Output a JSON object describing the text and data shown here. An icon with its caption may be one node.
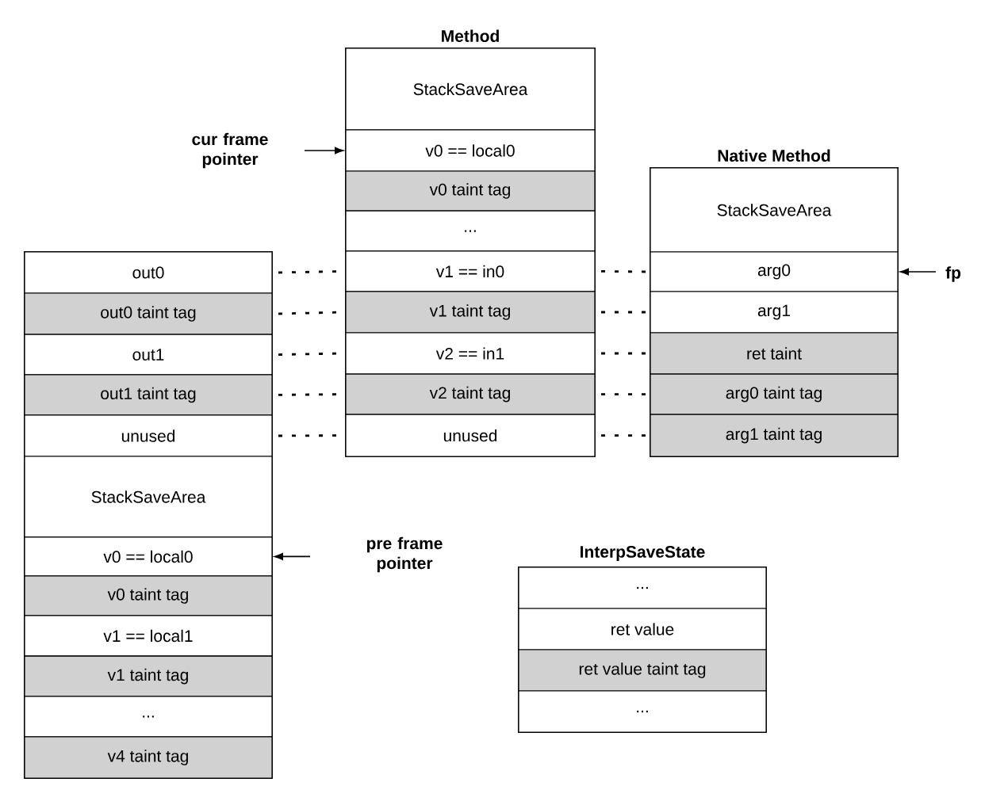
{
  "diagram": {
    "nodes": [
      {
        "text": [],
        "shape": "box"
      },
      {
        "text": [
          "out0"
        ],
        "in": 0
      },
      {
        "text": [
          "out0 taint tag"
        ],
        "in": 0
      },
      {
        "text": [
          "out1"
        ],
        "in": 0
      },
      {
        "text": [
          "out1 taint tag"
        ],
        "in": 0
      },
      {
        "text": [
          "unused"
        ],
        "in": 0
      },
      {
        "text": [
          "StackSaveArea"
        ],
        "in": 0
      },
      {
        "text": [
          "v0 == local0"
        ],
        "in": 0
      },
      {
        "text": [
          "v0 taint tag"
        ],
        "in": 0
      },
      {
        "text": [
          "v1 == local1"
        ],
        "in": 0
      },
      {
        "text": [
          "v1 taint tag"
        ],
        "in": 0
      },
      {
        "text": [
          "..."
        ],
        "in": 0
      },
      {
        "text": [
          "v4 taint tag"
        ],
        "in": 0
      },
      {
        "text": [
          "Method"
        ]
      },
      {
        "text": [
          "StackSaveArea"
        ],
        "in": 13
      },
      {
        "text": [
          "v0 == local0"
        ],
        "in": 13
      },
      {
        "text": [
          "v0 taint tag"
        ],
        "in": 13
      },
      {
        "text": [
          "..."
        ],
        "in": 13
      },
      {
        "text": [
          "v1 == in0"
        ],
        "in": 13
      },
      {
        "text": [
          "v1 taint tag"
        ],
        "in": 13
      },
      {
        "text": [
          "v2 == in1"
        ],
        "in": 13
      },
      {
        "text": [
          "v2 taint tag"
        ],
        "in": 13
      },
      {
        "text": [
          "unused"
        ],
        "in": 13
      },
      {
        "text": [
          "Native Method"
        ]
      },
      {
        "text": [
          "StackSaveArea"
        ],
        "in": 23
      },
      {
        "text": [
          "arg0"
        ],
        "in": 23
      },
      {
        "text": [
          "arg1"
        ],
        "in": 23
      },
      {
        "text": [
          "ret taint"
        ],
        "in": 23
      },
      {
        "text": [
          "arg0 taint tag"
        ],
        "in": 23
      },
      {
        "text": [
          "arg1 taint tag"
        ],
        "in": 23
      },
      {
        "text": [
          "InterpSaveState"
        ]
      },
      {
        "text": [
          "..."
        ],
        "in": 30
      },
      {
        "text": [
          "ret value"
        ],
        "in": 30
      },
      {
        "text": [
          "ret value taint tag"
        ],
        "in": 30
      },
      {
        "text": [
          "..."
        ],
        "in": 30
      },
      {
        "text": [
          "cur frame pointer"
        ]
      },
      {
        "text": [
          "fp"
        ]
      },
      {
        "text": [
          "pre frame pointer"
        ]
      }
    ],
    "edges": [
      {
        "from": 1,
        "to": 18,
        "arrow": "none",
        "style": "dashed"
      },
      {
        "from": 18,
        "to": 25,
        "arrow": "none",
        "style": "dashed"
      },
      {
        "from": 2,
        "to": 19,
        "arrow": "none",
        "style": "dashed"
      },
      {
        "from": 19,
        "to": 26,
        "arrow": "none",
        "style": "dashed"
      },
      {
        "from": 3,
        "to": 20,
        "arrow": "none",
        "style": "dashed"
      },
      {
        "from": 20,
        "to": 27,
        "arrow": "none",
        "style": "dashed"
      },
      {
        "from": 4,
        "to": 21,
        "arrow": "none",
        "style": "dashed"
      },
      {
        "from": 21,
        "to": 28,
        "arrow": "none",
        "style": "dashed"
      },
      {
        "from": 5,
        "to": 22,
        "arrow": "none",
        "style": "dashed"
      },
      {
        "from": 22,
        "to": 29,
        "arrow": "none",
        "style": "dashed"
      },
      {
        "from": 35,
        "to": 15,
        "arrow": "to"
      },
      {
        "from": 36,
        "to": 25,
        "arrow": "to"
      },
      {
        "from": 37,
        "to": 7,
        "arrow": "to"
      }
    ]
  }
}
